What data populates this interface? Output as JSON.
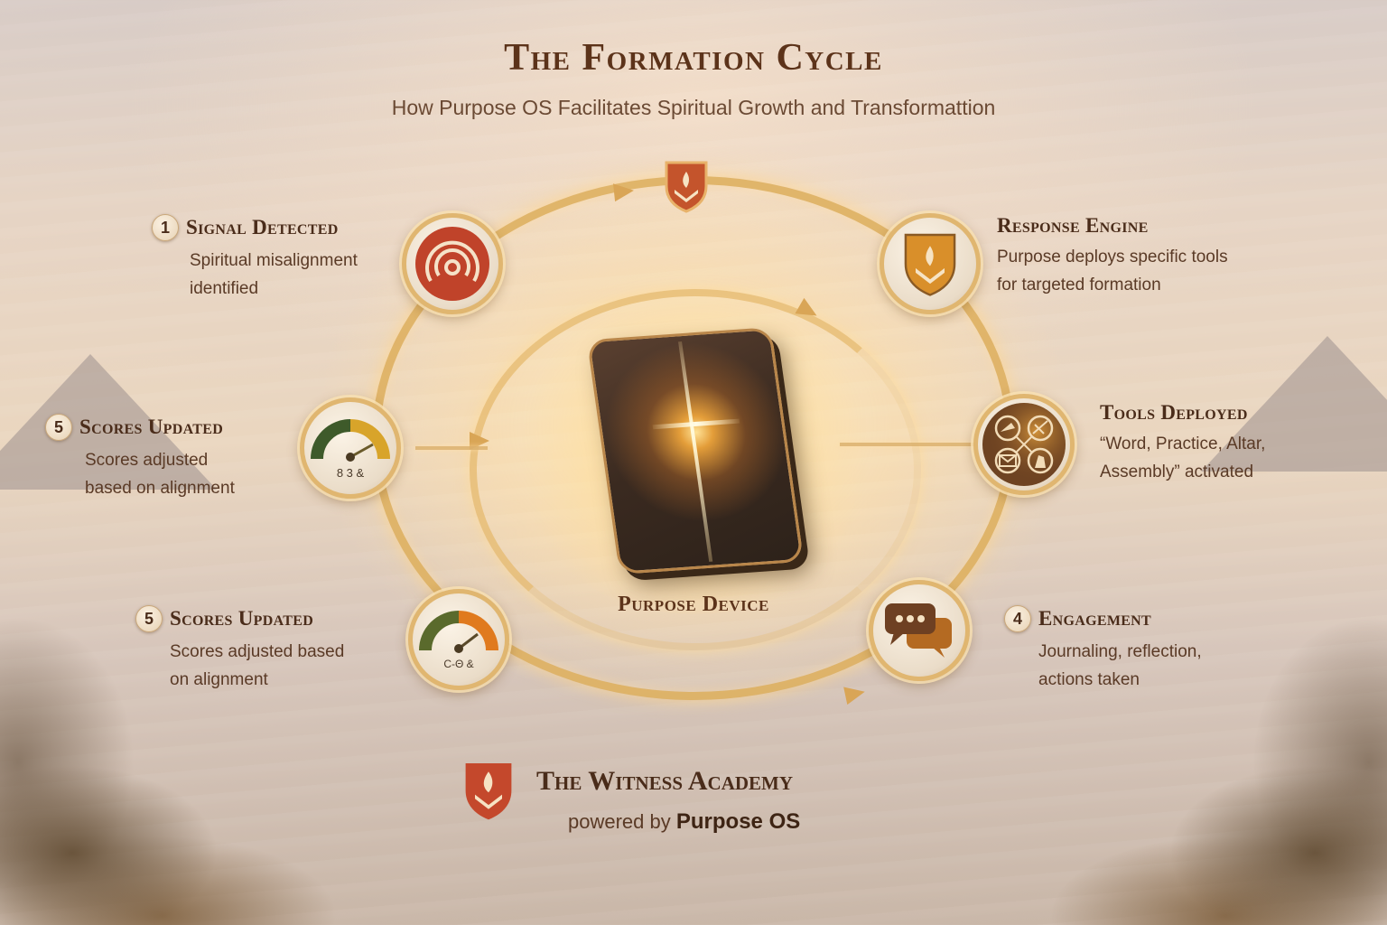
{
  "header": {
    "title": "The Formation Cycle",
    "subtitle": "How Purpose OS Facilitates Spiritual Growth and Transformattion"
  },
  "center": {
    "label": "Purpose Device",
    "icon": "glowing-cross-device-icon"
  },
  "steps": [
    {
      "number": "1",
      "title": "Signal Detected",
      "description_lines": [
        "Spiritual misalignment",
        "identified"
      ],
      "icon": "signal-broadcast-icon",
      "icon_color": "#c0432a"
    },
    {
      "number": "",
      "title": "Response Engine",
      "description_lines": [
        "Purpose deploys specific tools",
        "for targeted formation"
      ],
      "icon": "shield-flame-book-icon",
      "icon_color": "#d98f2a"
    },
    {
      "number": "",
      "title": "Tools Deployed",
      "description_lines": [
        "“Word, Practice, Altar,",
        "Assembly” activated"
      ],
      "icon": "four-tools-icon",
      "icon_color": "#7a4a24"
    },
    {
      "number": "4",
      "title": "Engagement",
      "description_lines": [
        "Journaling, reflection,",
        "actions taken"
      ],
      "icon": "chat-bubbles-icon",
      "icon_color": "#8a4f1e"
    },
    {
      "number": "5",
      "title": "Scores Updated",
      "description_lines": [
        "Scores adjusted based",
        "on alignment"
      ],
      "icon": "gauge-icon",
      "gauge_readout": "C-Θ &",
      "icon_color": "#e07a1e"
    },
    {
      "number": "5",
      "title": "Scores Updated",
      "description_lines": [
        "Scores adjusted",
        "based on alignment"
      ],
      "icon": "gauge-icon",
      "gauge_readout": "8 3 &",
      "icon_color": "#d8a42a"
    }
  ],
  "footer": {
    "org_name": "The Witness Academy",
    "powered_by_prefix": "powered by",
    "powered_by_brand": "Purpose OS",
    "logo": "shield-flame-book-icon"
  },
  "colors": {
    "title_brown": "#5c331a",
    "ring_gold": "#deb060",
    "shield_red": "#c4482c",
    "gauge_green": "#4e6a2c",
    "gauge_orange": "#e07a1e"
  }
}
